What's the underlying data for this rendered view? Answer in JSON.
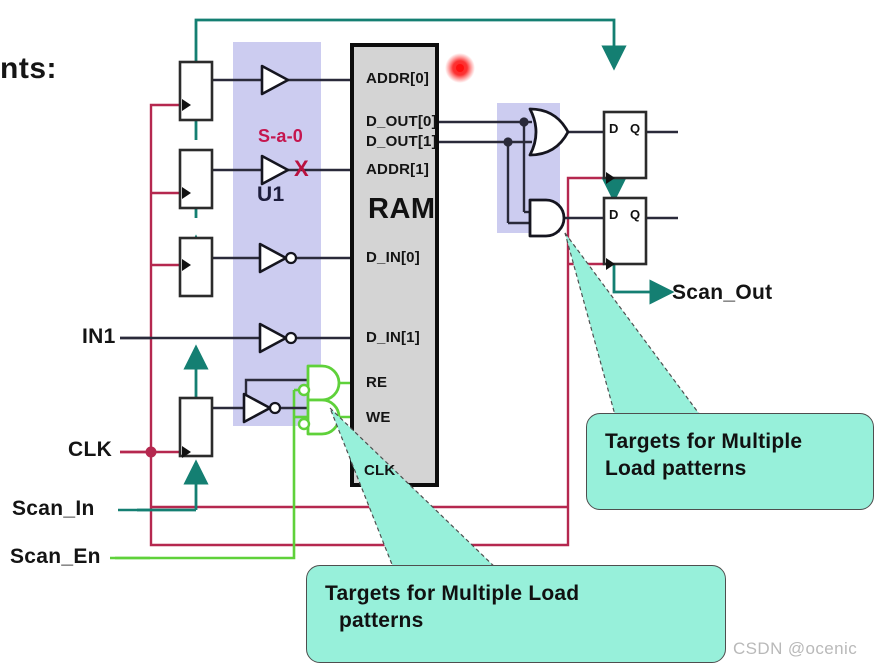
{
  "diagram": {
    "title_fragment": "nts:",
    "watermark": "CSDN @ocenic",
    "colors": {
      "scan_chain": "#147f72",
      "clock": "#b5284f",
      "scan_enable": "#5fd13a",
      "signal": "#2a2a3a",
      "highlight_band": "#ccccf0",
      "ram_fill": "#d4d4d4",
      "callout_fill": "#97f0da",
      "fault_marker": "#c5164f",
      "led": "#ff1a1a"
    }
  },
  "io_labels": [
    {
      "name": "IN1",
      "text": "IN1"
    },
    {
      "name": "CLK",
      "text": "CLK"
    },
    {
      "name": "Scan_In",
      "text": "Scan_In"
    },
    {
      "name": "Scan_En",
      "text": "Scan_En"
    },
    {
      "name": "Scan_Out",
      "text": "Scan_Out"
    }
  ],
  "ram": {
    "label": "RAM",
    "pins": [
      {
        "name": "ADDR[0]",
        "text": "ADDR[0]"
      },
      {
        "name": "D_OUT[0]",
        "text": "D_OUT[0]"
      },
      {
        "name": "D_OUT[1]",
        "text": "D_OUT[1]"
      },
      {
        "name": "ADDR[1]",
        "text": "ADDR[1]"
      },
      {
        "name": "D_IN[0]",
        "text": "D_IN[0]"
      },
      {
        "name": "D_IN[1]",
        "text": "D_IN[1]"
      },
      {
        "name": "RE",
        "text": "RE"
      },
      {
        "name": "WE",
        "text": "WE"
      },
      {
        "name": "CLK",
        "text": "CLK"
      }
    ]
  },
  "fault": {
    "type_label": "S-a-0",
    "instance_label": "U1",
    "marker": "X"
  },
  "flipflops": {
    "d_pin": "D",
    "q_pin": "Q"
  },
  "callouts": [
    {
      "name": "callout-right",
      "line1": "Targets for Multiple",
      "line2": "Load patterns"
    },
    {
      "name": "callout-bottom",
      "line1": "Targets for Multiple Load",
      "line2": "patterns"
    }
  ]
}
